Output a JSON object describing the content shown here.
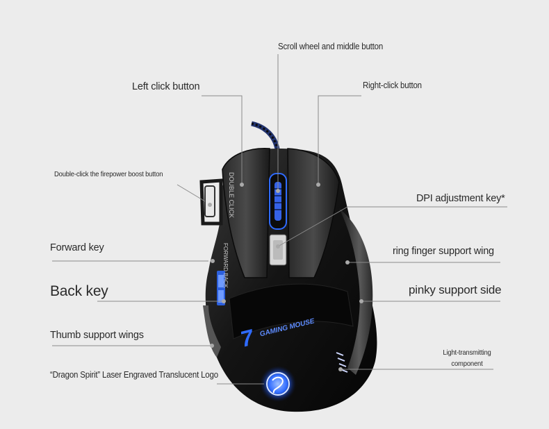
{
  "labels": {
    "scroll_wheel": "Scroll wheel and middle button",
    "left_click": "Left click button",
    "right_click": "Right-click button",
    "double_click_boost": "Double-click the firepower boost button",
    "dpi_key": "DPI adjustment key*",
    "forward_key": "Forward key",
    "ring_finger": "ring finger support wing",
    "back_key": "Back key",
    "pinky_side": "pinky support side",
    "thumb_wings": "Thumb support wings",
    "light_component_line1": "Light-transmitting",
    "light_component_line2": "component",
    "dragon_logo": "“Dragon Spirit” Laser Engraved Translucent Logo"
  },
  "mouse_print": {
    "double_click": "DOUBLE CLICK",
    "forward_back": "FORWARD BACK",
    "brand_number": "7",
    "brand_text": "GAMING MOUSE"
  },
  "colors": {
    "background": "#ececec",
    "body": "#151515",
    "glow": "#2f6bff",
    "line": "#8a8a8a"
  }
}
